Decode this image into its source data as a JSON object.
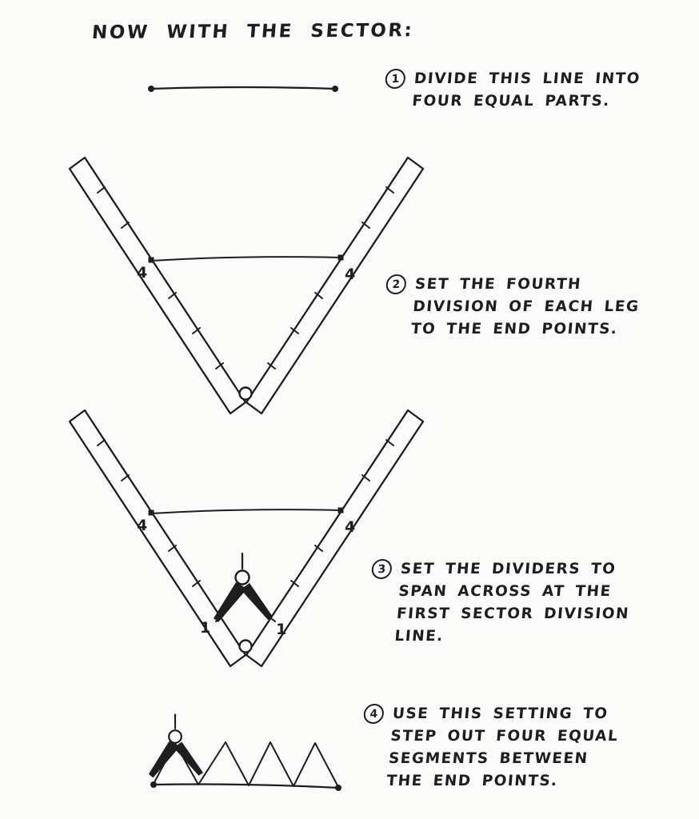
{
  "colors": {
    "ink": "#1e1e1e",
    "paper": "#fbfbfa"
  },
  "title": "NOW WITH THE SECTOR:",
  "steps": [
    {
      "number": "1",
      "lines": [
        "DIVIDE THIS LINE INTO",
        "FOUR EQUAL PARTS."
      ]
    },
    {
      "number": "2",
      "lines": [
        "SET THE FOURTH",
        "DIVISION OF EACH LEG",
        "TO THE END POINTS."
      ]
    },
    {
      "number": "3",
      "lines": [
        "SET THE DIVIDERS TO",
        "SPAN ACROSS AT THE",
        "FIRST SECTOR DIVISION",
        "LINE."
      ]
    },
    {
      "number": "4",
      "lines": [
        "USE THIS SETTING TO",
        "STEP OUT FOUR EQUAL",
        "SEGMENTS BETWEEN",
        "THE END POINTS."
      ]
    }
  ],
  "figures": {
    "sector_step2": {
      "left_scale_label": "4",
      "right_scale_label": "4"
    },
    "sector_step3": {
      "left_scale_label": "4",
      "right_scale_label": "4",
      "left_division_label": "1",
      "right_division_label": "1"
    }
  }
}
